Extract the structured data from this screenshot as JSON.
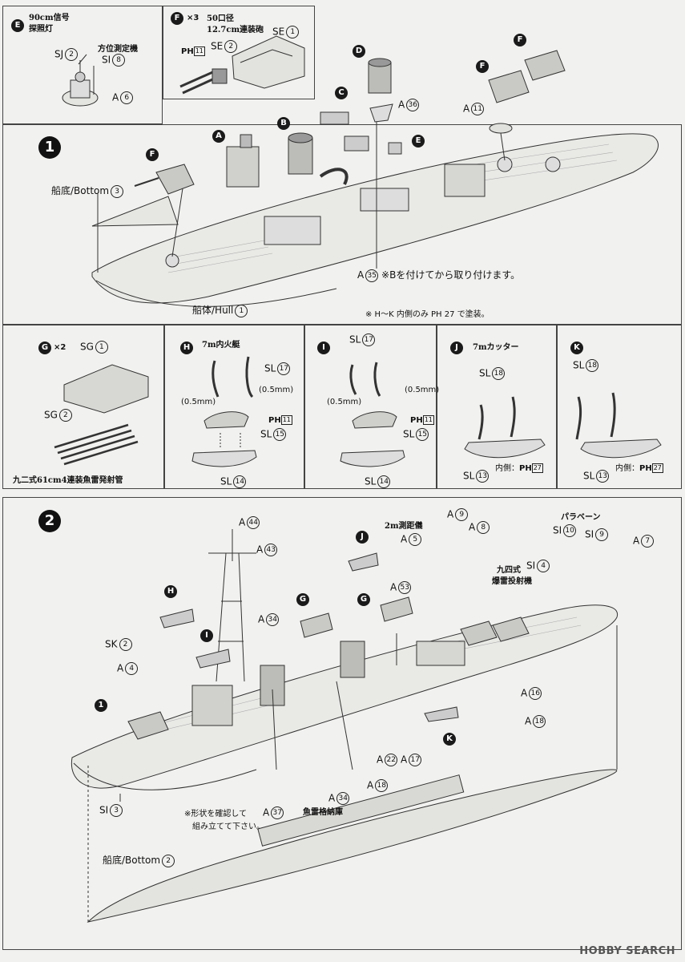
{
  "panel_e": {
    "badge": "E",
    "title_line1": "90cm信号",
    "title_line2": "探照灯",
    "rangefinder": "方位測定機",
    "parts": [
      {
        "code": "SJ",
        "num": "2"
      },
      {
        "code": "SI",
        "num": "8"
      },
      {
        "code": "A",
        "num": "6"
      }
    ]
  },
  "panel_f": {
    "badge": "F",
    "qty": "×3",
    "title_line1": "50口径",
    "title_line2": "12.7cm連装砲",
    "parts": [
      {
        "code": "SE",
        "num": "1"
      },
      {
        "code": "SE",
        "num": "2"
      }
    ],
    "paint": {
      "code": "PH",
      "num": "11"
    }
  },
  "step1": {
    "number": "1",
    "bottom_label": "船底/Bottom",
    "bottom_num": "3",
    "hull_label": "船体/Hull",
    "hull_num": "1",
    "callouts": [
      "F",
      "A",
      "B",
      "C",
      "D",
      "E",
      "F",
      "F"
    ],
    "parts": [
      {
        "code": "A",
        "num": "36"
      },
      {
        "code": "A",
        "num": "11"
      },
      {
        "code": "A",
        "num": "35"
      }
    ],
    "note_a35": "※Bを付けてから取り付けます。",
    "paint_note": "※ H～K 内側のみ PH 27 で塗装。"
  },
  "panel_g": {
    "badge": "G",
    "qty": "×2",
    "parts": [
      {
        "code": "SG",
        "num": "1"
      },
      {
        "code": "SG",
        "num": "2"
      }
    ],
    "caption": "九二式61cm4連装魚雷発射管"
  },
  "panel_h": {
    "badge": "H",
    "title": "7m内火艇",
    "measure_left": "(0.5mm)",
    "measure_right": "(0.5mm)",
    "paint": {
      "code": "PH",
      "num": "11"
    },
    "parts": [
      {
        "code": "SL",
        "num": "17"
      },
      {
        "code": "SL",
        "num": "15"
      },
      {
        "code": "SL",
        "num": "14"
      }
    ]
  },
  "panel_i": {
    "badge": "I",
    "measure_left": "(0.5mm)",
    "measure_right": "(0.5mm)",
    "paint": {
      "code": "PH",
      "num": "11"
    },
    "parts": [
      {
        "code": "SL",
        "num": "17"
      },
      {
        "code": "SL",
        "num": "15"
      },
      {
        "code": "SL",
        "num": "14"
      }
    ]
  },
  "panel_j": {
    "badge": "J",
    "title": "7mカッター",
    "inside_label": "内側：",
    "paint": {
      "code": "PH",
      "num": "27"
    },
    "parts": [
      {
        "code": "SL",
        "num": "18"
      },
      {
        "code": "SL",
        "num": "13"
      }
    ]
  },
  "panel_k": {
    "badge": "K",
    "inside_label": "内側：",
    "paint": {
      "code": "PH",
      "num": "27"
    },
    "parts": [
      {
        "code": "SL",
        "num": "18"
      },
      {
        "code": "SL",
        "num": "13"
      }
    ]
  },
  "step2": {
    "number": "2",
    "rangefinder_label": "2m測距儀",
    "paravane_label": "パラベーン",
    "depth_charge_line1": "九四式",
    "depth_charge_line2": "爆雷投射機",
    "torpedo_storage": "魚雷格納庫",
    "note_line1": "※形状を確認して",
    "note_line2": "組み立てて下さい。",
    "bottom_label": "船底/Bottom",
    "bottom_num": "2",
    "callouts": [
      "1",
      "H",
      "I",
      "G",
      "G",
      "J",
      "K"
    ],
    "parts": [
      {
        "code": "A",
        "num": "44"
      },
      {
        "code": "A",
        "num": "43"
      },
      {
        "code": "A",
        "num": "9"
      },
      {
        "code": "A",
        "num": "8"
      },
      {
        "code": "A",
        "num": "5"
      },
      {
        "code": "A",
        "num": "53"
      },
      {
        "code": "SI",
        "num": "10"
      },
      {
        "code": "SI",
        "num": "9"
      },
      {
        "code": "A",
        "num": "7"
      },
      {
        "code": "SI",
        "num": "4"
      },
      {
        "code": "A",
        "num": "34"
      },
      {
        "code": "SK",
        "num": "2"
      },
      {
        "code": "A",
        "num": "4"
      },
      {
        "code": "A",
        "num": "16"
      },
      {
        "code": "A",
        "num": "18"
      },
      {
        "code": "A",
        "num": "22"
      },
      {
        "code": "A",
        "num": "17"
      },
      {
        "code": "A",
        "num": "18"
      },
      {
        "code": "A",
        "num": "34"
      },
      {
        "code": "A",
        "num": "37"
      },
      {
        "code": "SI",
        "num": "3"
      }
    ]
  },
  "watermark": "HOBBY SEARCH"
}
